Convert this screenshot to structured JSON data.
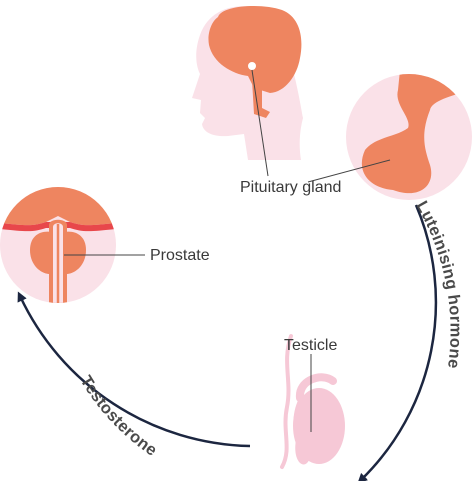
{
  "labels": {
    "pituitary": "Pituitary gland",
    "prostate": "Prostate",
    "testicle": "Testicle"
  },
  "cycle_labels": {
    "lh": "Luteinising hormone",
    "testosterone": "Testosterone"
  },
  "colors": {
    "organ": "#ee8560",
    "tissue_light": "#fae1e8",
    "tissue_pink": "#f6c8d6",
    "arrow": "#1c2640",
    "band_red": "#e8474b"
  },
  "icons": [
    "head-profile-icon",
    "pituitary-gland-icon",
    "prostate-icon",
    "testicle-icon"
  ]
}
